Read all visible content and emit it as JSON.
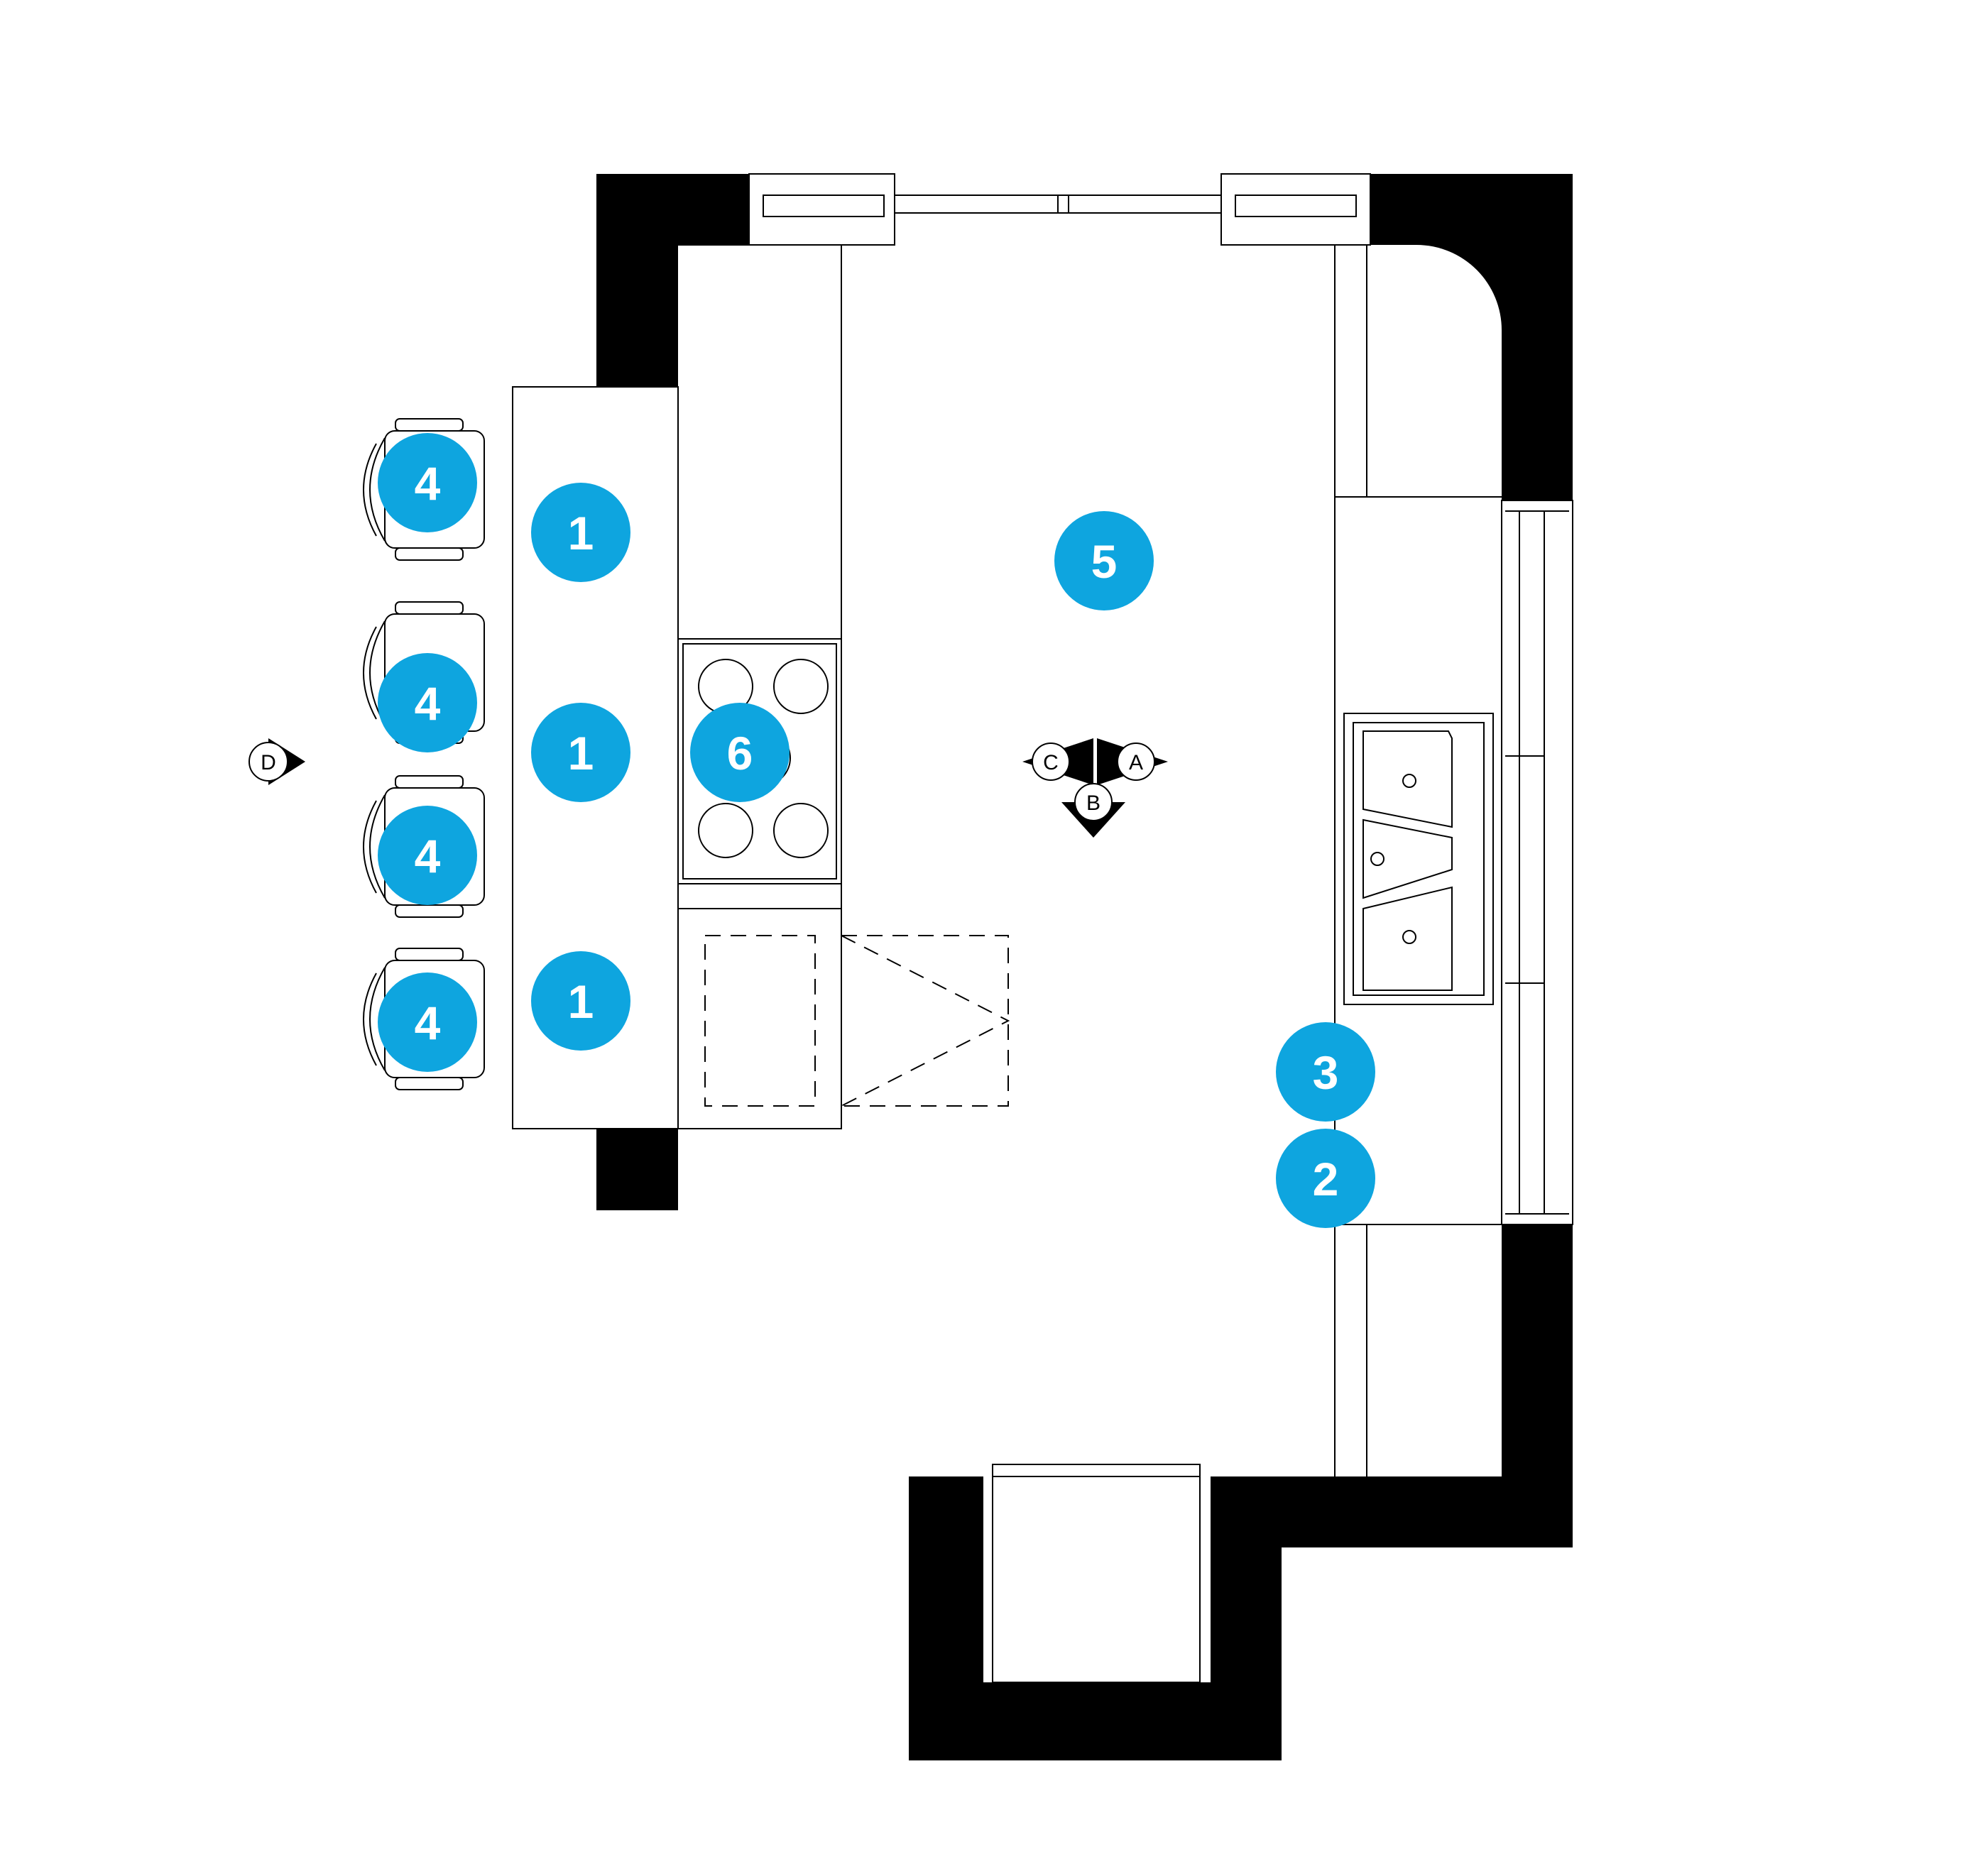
{
  "markers": [
    {
      "id": "m-1a",
      "label": "1"
    },
    {
      "id": "m-1b",
      "label": "1"
    },
    {
      "id": "m-1c",
      "label": "1"
    },
    {
      "id": "m-2",
      "label": "2"
    },
    {
      "id": "m-3",
      "label": "3"
    },
    {
      "id": "m-4a",
      "label": "4"
    },
    {
      "id": "m-4b",
      "label": "4"
    },
    {
      "id": "m-4c",
      "label": "4"
    },
    {
      "id": "m-4d",
      "label": "4"
    },
    {
      "id": "m-5",
      "label": "5"
    },
    {
      "id": "m-6",
      "label": "6"
    }
  ],
  "view_markers": {
    "a": "A",
    "b": "B",
    "c": "C",
    "d": "D"
  },
  "colors": {
    "marker": "#0ea5df",
    "wall": "#000000",
    "line": "#000000"
  }
}
